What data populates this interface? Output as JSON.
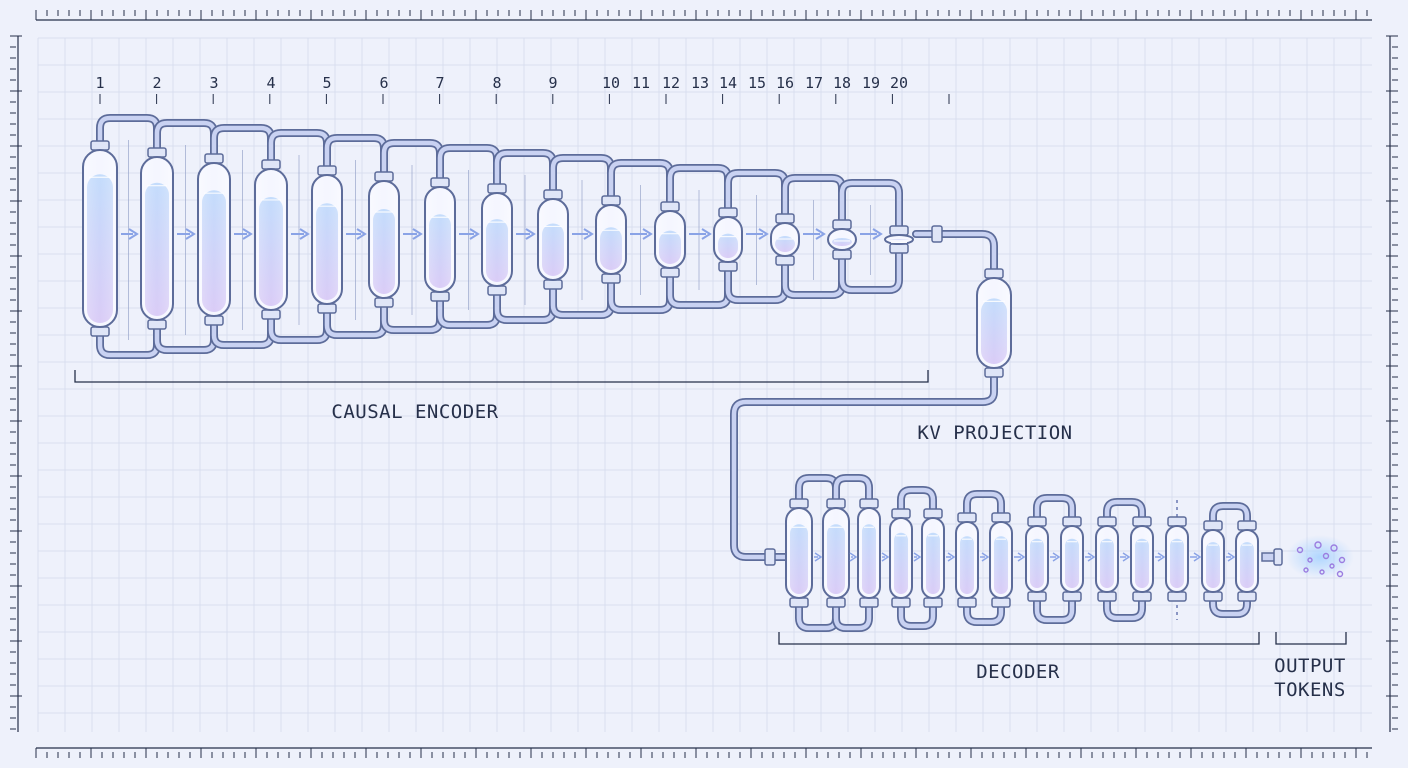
{
  "diagram": {
    "stage_numbers": [
      "1",
      "2",
      "3",
      "4",
      "5",
      "6",
      "7",
      "8",
      "9",
      "10",
      "11",
      "12",
      "13",
      "14",
      "15",
      "16",
      "17",
      "18",
      "19",
      "20"
    ],
    "sections": {
      "encoder": "CAUSAL ENCODER",
      "projection": "KV PROJECTION",
      "decoder": "DECODER",
      "output_line1": "OUTPUT",
      "output_line2": "TOKENS"
    },
    "encoder_fill_levels": [
      0.88,
      0.86,
      0.84,
      0.82,
      0.8,
      0.78,
      0.76,
      0.74,
      0.72,
      0.7,
      0.68,
      0.66,
      0.64,
      0.62,
      0.6
    ],
    "decoder_fill_levels": [
      0.85,
      0.85,
      0.85,
      0.85,
      0.85,
      0.85,
      0.85,
      0.85,
      0.85,
      0.85,
      0.85,
      0.85,
      0.85,
      0.85
    ],
    "colors": {
      "background": "#eef1fb",
      "grid": "#d9deef",
      "pipe": "#5d6c9a",
      "pipe_inner": "#c9d2f2",
      "liquid_top": "#bcd8fb",
      "liquid_bottom": "#d6c5f5",
      "ink": "#26304a",
      "arrow": "#8aa3e6",
      "particle": "#9b7de0"
    }
  }
}
